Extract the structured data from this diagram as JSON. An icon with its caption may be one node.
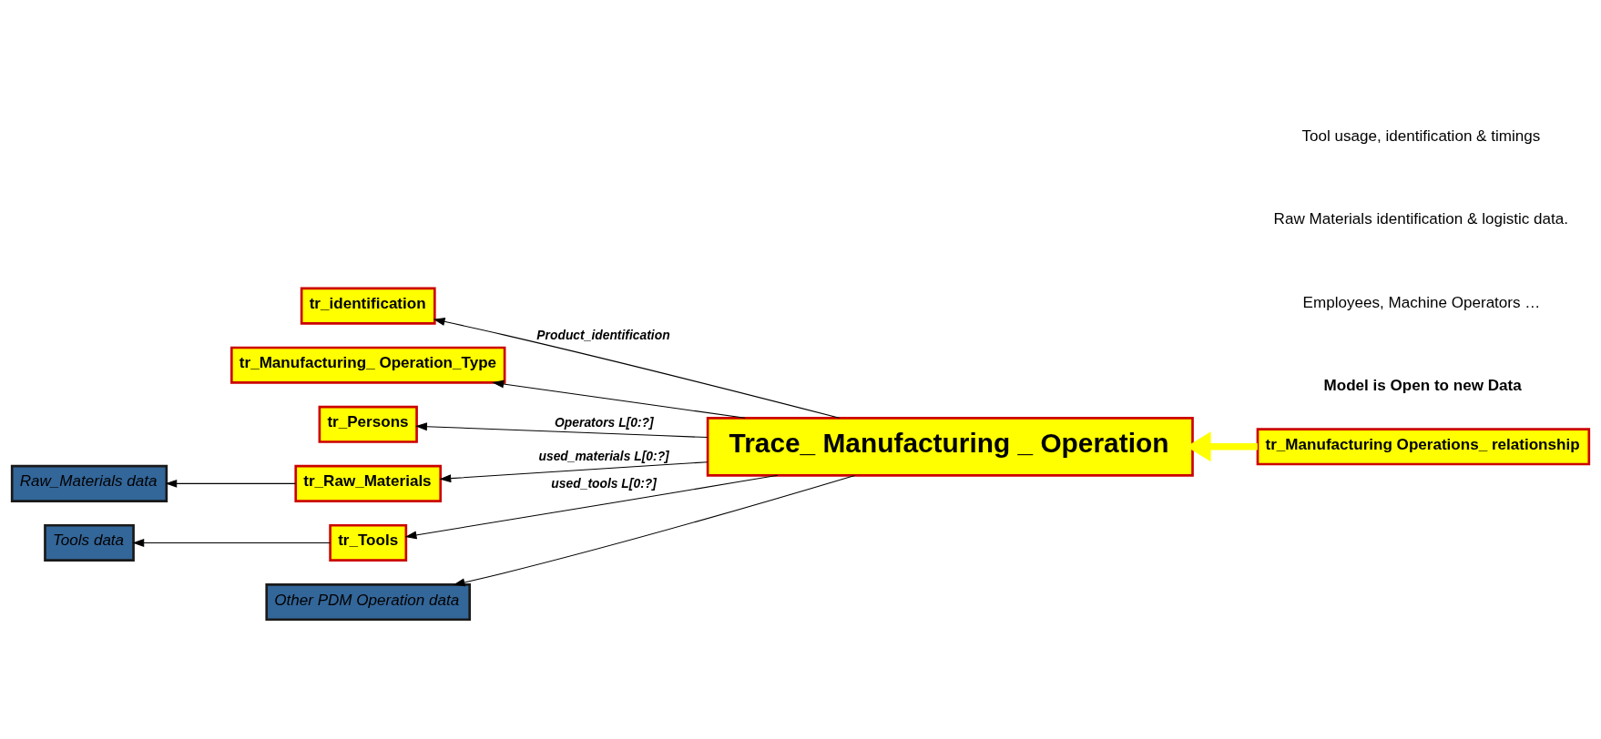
{
  "diagram": {
    "nodes": [
      {
        "text": [
          "tr_Manufacturing Operations_ relationship"
        ]
      },
      {
        "text": [
          "Trace_ Manufacturing _ Operation"
        ]
      },
      {
        "text": [
          "tr_identification"
        ]
      },
      {
        "text": [
          "tr_Manufacturing_ Operation_Type"
        ]
      },
      {
        "text": [
          "tr_Persons"
        ]
      },
      {
        "text": [
          "Raw_Materials data"
        ]
      },
      {
        "text": [
          "tr_Raw_Materials"
        ]
      },
      {
        "text": [
          "Tools data"
        ]
      },
      {
        "text": [
          "tr_Tools"
        ]
      },
      {
        "text": [
          "Other PDM Operation data"
        ]
      }
    ],
    "edges": [
      {
        "from": 0,
        "to": 1,
        "arrow": "to",
        "style": "thick",
        "color": "#ffff00"
      },
      {
        "from": 1,
        "to": 2,
        "arrow": "to",
        "label": "Product_identification"
      },
      {
        "from": 1,
        "to": 3,
        "arrow": "to"
      },
      {
        "from": 1,
        "to": 4,
        "arrow": "to",
        "label": "Operators L[0:?]"
      },
      {
        "from": 1,
        "to": 6,
        "arrow": "to",
        "label": "used_materials L[0:?]"
      },
      {
        "from": 1,
        "to": 8,
        "arrow": "to",
        "label": "used_tools L[0:?]"
      },
      {
        "from": 1,
        "to": 9,
        "arrow": "to"
      },
      {
        "from": 6,
        "to": 5,
        "arrow": "to"
      },
      {
        "from": 8,
        "to": 7,
        "arrow": "to"
      }
    ],
    "labels": [
      "Tool usage, identification & timings",
      "Raw Materials identification & logistic data.",
      "Employees, Machine Operators …",
      "Model is Open to new Data"
    ]
  }
}
